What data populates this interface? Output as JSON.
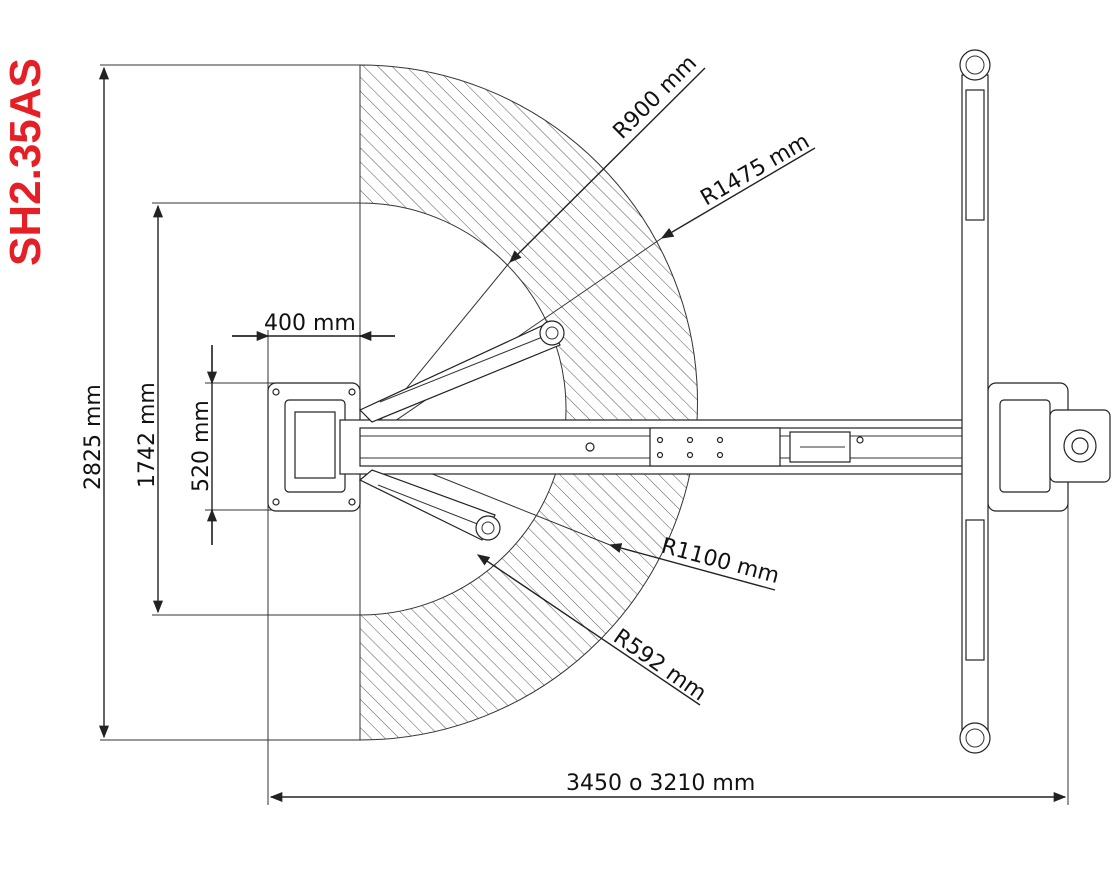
{
  "title": {
    "text": "SH2.35AS",
    "color": "#e41f26"
  },
  "dimensions": {
    "overall_height": "2825 mm",
    "inner_height": "1742 mm",
    "base_width": "520 mm",
    "offset": "400 mm",
    "overall_width": "3450 o 3210 mm"
  },
  "radii": {
    "r900": "R900 mm",
    "r1475": "R1475 mm",
    "r1100": "R1100 mm",
    "r592": "R592 mm"
  },
  "colors": {
    "line": "#222222",
    "hatch": "#555555",
    "background": "#ffffff"
  }
}
